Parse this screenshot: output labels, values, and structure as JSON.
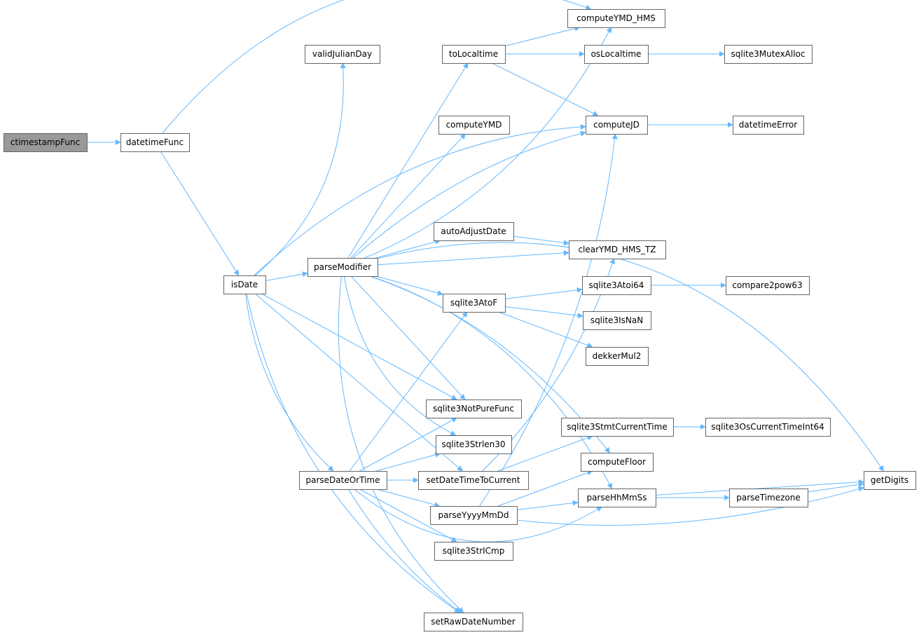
{
  "diagram": {
    "nodes": [
      {
        "id": "ctimestampFunc",
        "label": "ctimestampFunc",
        "root": true
      },
      {
        "id": "datetimeFunc",
        "label": "datetimeFunc"
      },
      {
        "id": "isDate",
        "label": "isDate"
      },
      {
        "id": "validJulianDay",
        "label": "validJulianDay"
      },
      {
        "id": "parseModifier",
        "label": "parseModifier"
      },
      {
        "id": "parseDateOrTime",
        "label": "parseDateOrTime"
      },
      {
        "id": "computeYMD_HMS",
        "label": "computeYMD_HMS"
      },
      {
        "id": "toLocaltime",
        "label": "toLocaltime"
      },
      {
        "id": "osLocaltime",
        "label": "osLocaltime"
      },
      {
        "id": "sqlite3MutexAlloc",
        "label": "sqlite3MutexAlloc"
      },
      {
        "id": "computeYMD",
        "label": "computeYMD"
      },
      {
        "id": "computeJD",
        "label": "computeJD"
      },
      {
        "id": "datetimeError",
        "label": "datetimeError"
      },
      {
        "id": "autoAdjustDate",
        "label": "autoAdjustDate"
      },
      {
        "id": "clearYMD_HMS_TZ",
        "label": "clearYMD_HMS_TZ"
      },
      {
        "id": "sqlite3AtoF",
        "label": "sqlite3AtoF"
      },
      {
        "id": "sqlite3Atoi64",
        "label": "sqlite3Atoi64"
      },
      {
        "id": "compare2pow63",
        "label": "compare2pow63"
      },
      {
        "id": "sqlite3IsNaN",
        "label": "sqlite3IsNaN"
      },
      {
        "id": "dekkerMul2",
        "label": "dekkerMul2"
      },
      {
        "id": "sqlite3NotPureFunc",
        "label": "sqlite3NotPureFunc"
      },
      {
        "id": "sqlite3Strlen30",
        "label": "sqlite3Strlen30"
      },
      {
        "id": "sqlite3StmtCurrentTime",
        "label": "sqlite3StmtCurrentTime"
      },
      {
        "id": "sqlite3OsCurrentTimeInt64",
        "label": "sqlite3OsCurrentTimeInt64"
      },
      {
        "id": "computeFloor",
        "label": "computeFloor"
      },
      {
        "id": "setDateTimeToCurrent",
        "label": "setDateTimeToCurrent"
      },
      {
        "id": "parseYyyyMmDd",
        "label": "parseYyyyMmDd"
      },
      {
        "id": "parseHhMmSs",
        "label": "parseHhMmSs"
      },
      {
        "id": "parseTimezone",
        "label": "parseTimezone"
      },
      {
        "id": "getDigits",
        "label": "getDigits"
      },
      {
        "id": "sqlite3StrICmp",
        "label": "sqlite3StrICmp"
      },
      {
        "id": "setRawDateNumber",
        "label": "setRawDateNumber"
      }
    ],
    "edges": [
      [
        "ctimestampFunc",
        "datetimeFunc"
      ],
      [
        "datetimeFunc",
        "computeYMD_HMS"
      ],
      [
        "datetimeFunc",
        "isDate"
      ],
      [
        "isDate",
        "validJulianDay"
      ],
      [
        "isDate",
        "computeJD"
      ],
      [
        "isDate",
        "parseModifier"
      ],
      [
        "isDate",
        "sqlite3NotPureFunc"
      ],
      [
        "isDate",
        "parseDateOrTime"
      ],
      [
        "isDate",
        "setDateTimeToCurrent"
      ],
      [
        "isDate",
        "setRawDateNumber"
      ],
      [
        "parseModifier",
        "computeYMD_HMS"
      ],
      [
        "parseModifier",
        "toLocaltime"
      ],
      [
        "parseModifier",
        "computeYMD"
      ],
      [
        "parseModifier",
        "computeJD"
      ],
      [
        "parseModifier",
        "getDigits"
      ],
      [
        "parseModifier",
        "autoAdjustDate"
      ],
      [
        "parseModifier",
        "clearYMD_HMS_TZ"
      ],
      [
        "parseModifier",
        "sqlite3AtoF"
      ],
      [
        "parseModifier",
        "sqlite3NotPureFunc"
      ],
      [
        "parseModifier",
        "sqlite3Strlen30"
      ],
      [
        "parseModifier",
        "computeFloor"
      ],
      [
        "parseModifier",
        "parseHhMmSs"
      ],
      [
        "parseModifier",
        "setRawDateNumber"
      ],
      [
        "toLocaltime",
        "computeYMD_HMS"
      ],
      [
        "toLocaltime",
        "osLocaltime"
      ],
      [
        "toLocaltime",
        "computeJD"
      ],
      [
        "osLocaltime",
        "sqlite3MutexAlloc"
      ],
      [
        "computeJD",
        "datetimeError"
      ],
      [
        "autoAdjustDate",
        "clearYMD_HMS_TZ"
      ],
      [
        "sqlite3AtoF",
        "sqlite3Atoi64"
      ],
      [
        "sqlite3AtoF",
        "sqlite3IsNaN"
      ],
      [
        "sqlite3AtoF",
        "dekkerMul2"
      ],
      [
        "sqlite3Atoi64",
        "compare2pow63"
      ],
      [
        "parseDateOrTime",
        "sqlite3AtoF"
      ],
      [
        "parseDateOrTime",
        "sqlite3NotPureFunc"
      ],
      [
        "parseDateOrTime",
        "sqlite3Strlen30"
      ],
      [
        "parseDateOrTime",
        "setDateTimeToCurrent"
      ],
      [
        "parseDateOrTime",
        "parseYyyyMmDd"
      ],
      [
        "parseDateOrTime",
        "sqlite3StrICmp"
      ],
      [
        "parseDateOrTime",
        "parseHhMmSs"
      ],
      [
        "parseDateOrTime",
        "setRawDateNumber"
      ],
      [
        "setDateTimeToCurrent",
        "sqlite3StmtCurrentTime"
      ],
      [
        "setDateTimeToCurrent",
        "clearYMD_HMS_TZ"
      ],
      [
        "sqlite3StmtCurrentTime",
        "sqlite3OsCurrentTimeInt64"
      ],
      [
        "parseYyyyMmDd",
        "computeJD"
      ],
      [
        "parseYyyyMmDd",
        "computeFloor"
      ],
      [
        "parseYyyyMmDd",
        "parseHhMmSs"
      ],
      [
        "parseYyyyMmDd",
        "getDigits"
      ],
      [
        "parseHhMmSs",
        "parseTimezone"
      ],
      [
        "parseHhMmSs",
        "getDigits"
      ],
      [
        "parseTimezone",
        "getDigits"
      ]
    ],
    "colors": {
      "edge": "#63b8ff",
      "node_border": "#666666",
      "root_fill": "#999999",
      "node_fill": "#ffffff"
    }
  }
}
